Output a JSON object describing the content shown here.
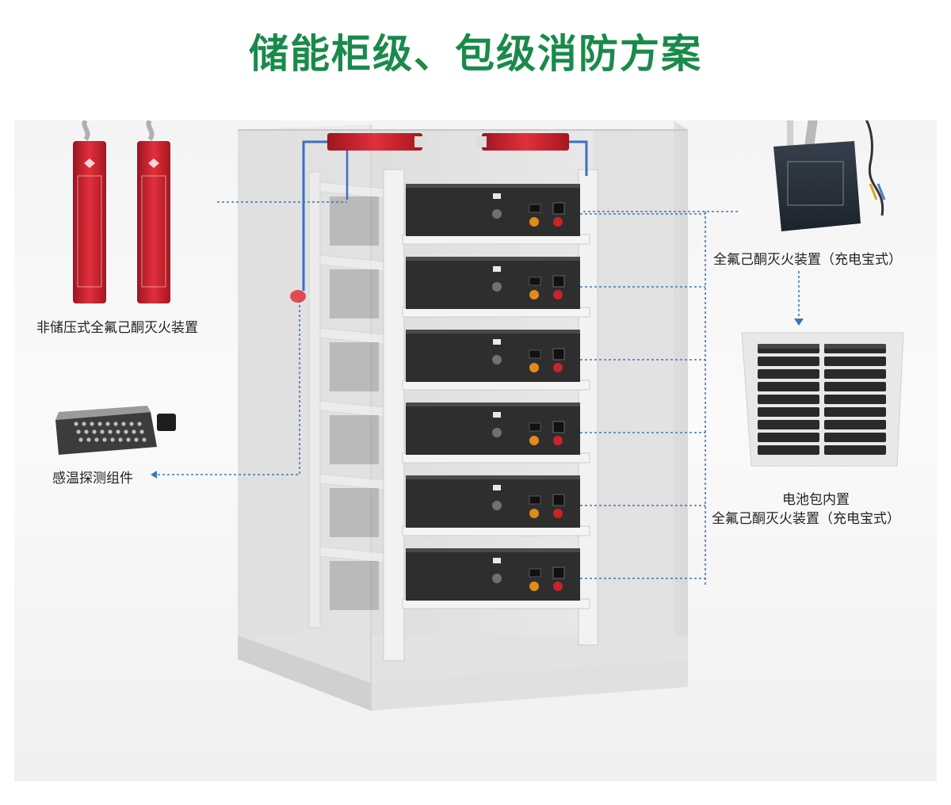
{
  "title": "储能柜级、包级消防方案",
  "labels": {
    "aerosol_device": "非储压式全氟己酮灭火装置",
    "temp_sensor": "感温探测组件",
    "powerbank_device": "全氟己酮灭火装置（充电宝式）",
    "pack_device_line1": "电池包内置",
    "pack_device_line2": "全氟己酮灭火装置（充电宝式）"
  },
  "colors": {
    "title": "#1a8a4a",
    "leader_line": "#3a78b8",
    "extinguisher_red": "#d42a35",
    "battery_module": "#2e2e2e"
  },
  "icons": [
    "fire-extinguisher-tube-icon",
    "temperature-sensor-icon",
    "powerbank-extinguisher-icon",
    "battery-pack-icon"
  ]
}
